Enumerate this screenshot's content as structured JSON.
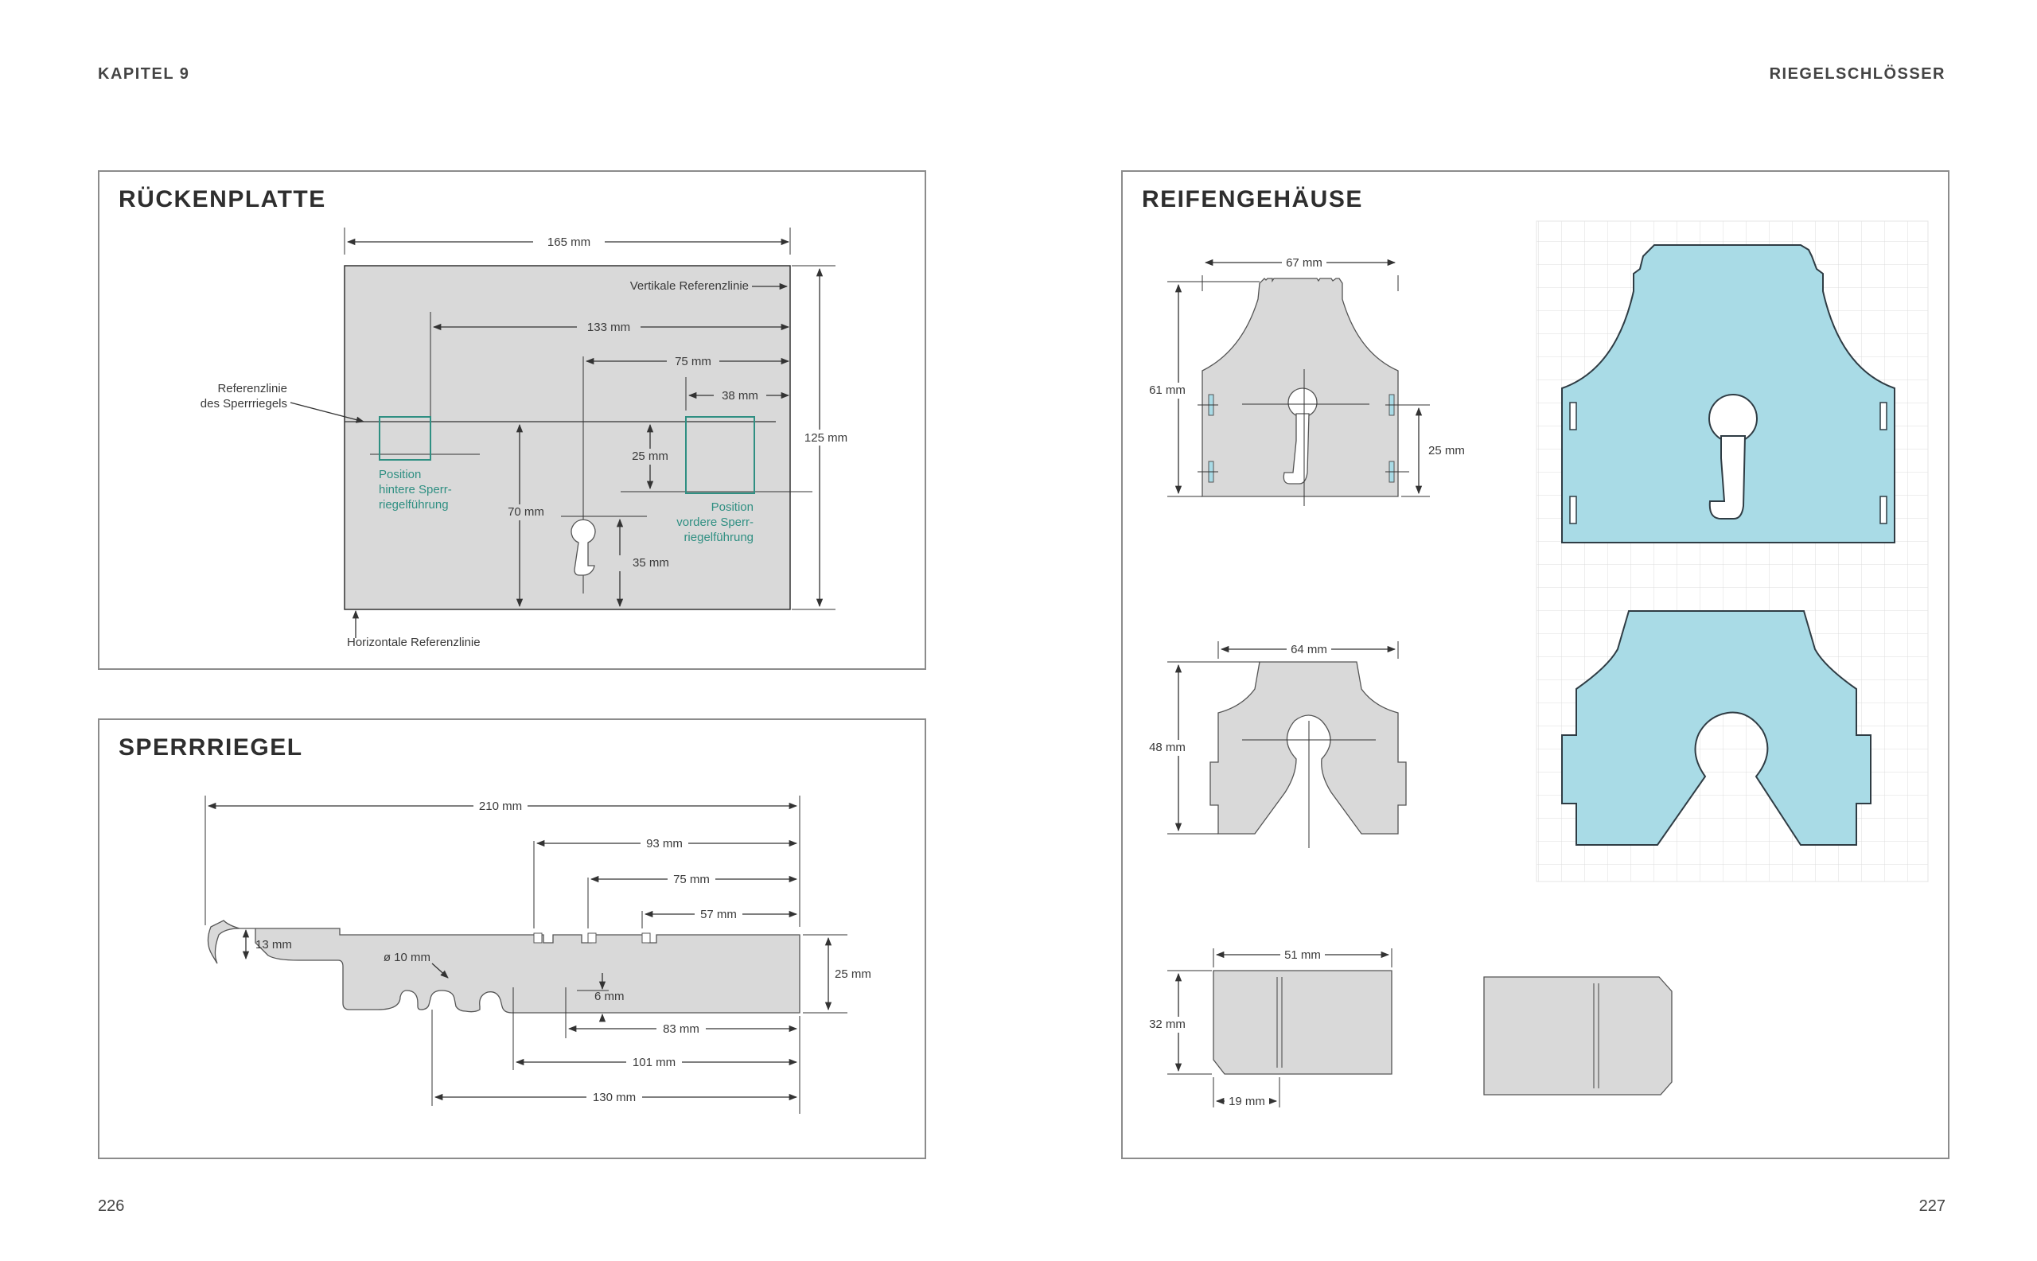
{
  "header": {
    "chapter": "KAPITEL 9",
    "section": "RIEGELSCHLÖSSER"
  },
  "pages": {
    "left": "226",
    "right": "227"
  },
  "rueckenplatte": {
    "title": "RÜCKENPLATTE",
    "dims": {
      "width": "165 mm",
      "d133": "133 mm",
      "d75": "75 mm",
      "d38": "38 mm",
      "height": "125 mm",
      "d25": "25 mm",
      "d70": "70 mm",
      "d35": "35 mm"
    },
    "labels": {
      "vertical_ref": "Vertikale Referenzlinie",
      "ref_line_1": "Referenzlinie",
      "ref_line_2": "des Sperrriegels",
      "horizontal_ref": "Horizontale Referenzlinie",
      "pos_rear_1": "Position",
      "pos_rear_2": "hintere Sperr-",
      "pos_rear_3": "riegelführung",
      "pos_front_1": "Position",
      "pos_front_2": "vordere Sperr-",
      "pos_front_3": "riegelführung"
    }
  },
  "sperrriegel": {
    "title": "SPERRRIEGEL",
    "dims": {
      "d210": "210 mm",
      "d93": "93 mm",
      "d75": "75 mm",
      "d57": "57 mm",
      "d13": "13 mm",
      "d10": "ø 10 mm",
      "d6": "6 mm",
      "d25": "25 mm",
      "d83": "83 mm",
      "d101": "101 mm",
      "d130": "130 mm"
    }
  },
  "reifengehaeuse": {
    "title": "REIFENGEHÄUSE",
    "dims": {
      "d67": "67 mm",
      "d61": "61 mm",
      "d25": "25 mm",
      "d64": "64 mm",
      "d48": "48 mm",
      "d51": "51 mm",
      "d32": "32 mm",
      "d19": "19 mm"
    }
  },
  "colors": {
    "part_fill": "#d9d9d9",
    "template_fill": "#a9dbe6",
    "accent_teal": "#2f8f82"
  }
}
